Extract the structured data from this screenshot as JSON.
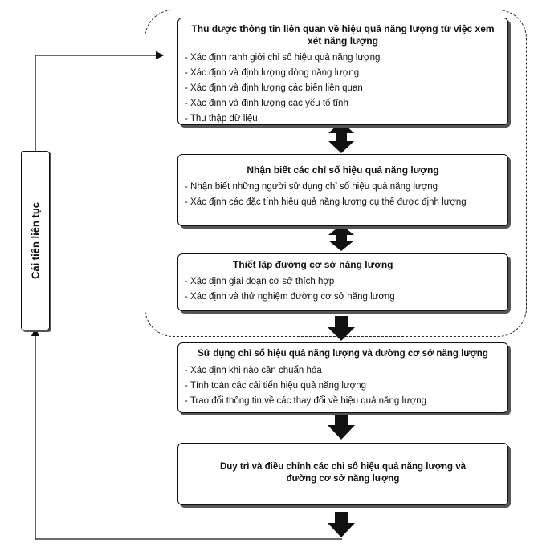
{
  "side_label": "Cải tiến liên tục",
  "boxes": [
    {
      "title": "Thu được thông tin liên quan về hiệu quả năng lượng từ việc xem xét năng lượng",
      "items": [
        "Xác định ranh giới chỉ số hiệu quả năng lượng",
        "Xác định và định lượng dòng năng lượng",
        "Xác định và định lượng các biến liên quan",
        "Xác định và định lượng các yếu tố tĩnh",
        "Thu thập dữ liệu"
      ]
    },
    {
      "title": "Nhận biết các chỉ số hiệu quả năng lượng",
      "items": [
        "Nhận biết những người sử dụng chỉ số hiệu quả năng lượng",
        "Xác định các đặc tính hiệu quả năng lượng cụ thể được định lượng"
      ]
    },
    {
      "title": "Thiết lập đường cơ sở năng lượng",
      "items": [
        "Xác định  giai đoạn cơ sở thích hợp",
        "Xác định và thử nghiệm đường cơ sở năng lượng"
      ]
    },
    {
      "title": "Sử dụng chỉ số hiệu quả năng lượng và đường cơ sở năng lượng",
      "items": [
        "Xác định khi nào cần chuẩn hóa",
        "Tính toán các cải tiến hiệu quả năng lượng",
        "Trao đổi thông tin về các thay đổi về hiệu quả năng lượng"
      ]
    },
    {
      "title": "Duy trì và điều chỉnh các chỉ số hiệu quả năng lượng và đường cơ sở năng lượng",
      "items": []
    }
  ]
}
